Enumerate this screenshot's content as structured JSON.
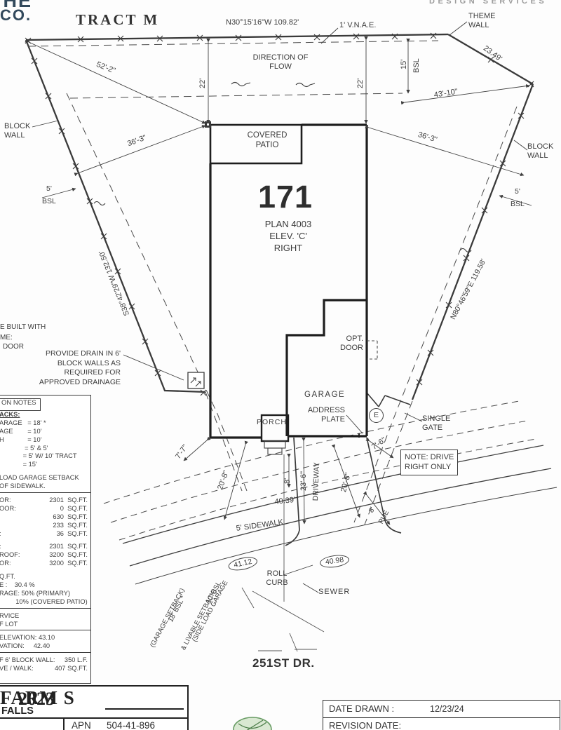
{
  "header": {
    "logo_line1": "THE",
    "logo_line2": "CO.",
    "design_services": "DESIGN SERVICES",
    "tract_label": "TRACT M",
    "bearing_top": "N30°15'16\"W  109.82'",
    "vnae": "1' V.N.A.E.",
    "theme_wall": "THEME\nWALL",
    "direction_of_flow": "DIRECTION OF\nFLOW"
  },
  "lot": {
    "number": "171",
    "plan_block": "PLAN 4003\nELEV. 'C'\nRIGHT",
    "covered_patio": "COVERED\nPATIO",
    "garage": "GARAGE",
    "porch": "PORCH",
    "address_plate": "ADDRESS\nPLATE",
    "opt_door": "OPT.\nDOOR",
    "e_marker": "E",
    "single_gate": "SINGLE\nGATE",
    "note_drive": "NOTE: DRIVE\nRIGHT ONLY",
    "drain_note": "PROVIDE DRAIN IN 6'\nBLOCK WALLS AS\nREQUIRED FOR\nAPPROVED DRAINAGE",
    "block_wall": "BLOCK\nWALL",
    "cut_note_1": "E BUILT WITH",
    "cut_note_2": "ME:",
    "cut_note_3": "DOOR"
  },
  "bearings": {
    "left": "S38°42'29\"W  132.50'",
    "right": "N80°46'59\"E  119.58'"
  },
  "dims": {
    "d52_2": "52'-2\"",
    "d36_3": "36'-3\"",
    "d43_10": "43'-10\"",
    "d23_49": "23.49'",
    "d22": "22'",
    "d15": "15'",
    "d5": "5'",
    "bsl": "BSL",
    "d7_6": "7'-6\"",
    "d7_7": "7'-7\"",
    "d20_8": "20'-8\"",
    "d8": "8'",
    "d23_6": "23'-6\""
  },
  "street": {
    "name": "251ST DR.",
    "sidewalk": "5' SIDEWALK",
    "roll_curb": "ROLL\nCURB",
    "sewer": "SEWER",
    "driveway": "DRIVEWAY",
    "elev_a": "41.12",
    "elev_b": "40.98",
    "elev_c": "40.39'",
    "pue": "PUE",
    "d8": "8'",
    "bsl10": "10' BSL",
    "bsl18": "18' BSL *",
    "garage_setback": "(GARAGE SETBACK)",
    "side_load_1": "(SIDE LOAD GARAGE",
    "side_load_2": "& LIVABLE SETBACK)"
  },
  "notes_box": {
    "rows": [
      {
        "l": "ON NOTES",
        "cls": "hdr"
      },
      {
        "l": "ACKS:",
        "cls": "bu"
      },
      {
        "l": "ARAGE   = 18' *"
      },
      {
        "l": "AGE        = 10'"
      },
      {
        "l": "H             = 10'"
      },
      {
        "l": "              = 5' & 5'"
      },
      {
        "l": "             = 5' W/ 10' TRACT"
      },
      {
        "l": "             = 15'"
      },
      {
        "cls": "sp"
      },
      {
        "l": "LOAD GARAGE SETBACK"
      },
      {
        "l": "OF SIDEWALK."
      },
      {
        "cls": "hr"
      },
      {
        "l": "OR:",
        "r": "2301  SQ.FT."
      },
      {
        "l": "OOR:",
        "r": "0  SQ.FT."
      },
      {
        "l": "",
        "r": "630  SQ.FT."
      },
      {
        "l": "",
        "r": "233  SQ.FT."
      },
      {
        "l": ":",
        "r": "36  SQ.FT."
      },
      {
        "cls": "sp"
      },
      {
        "l": ":",
        "r": "2301  SQ.FT."
      },
      {
        "l": "ROOF:",
        "r": "3200  SQ.FT."
      },
      {
        "l": "OR:",
        "r": "3200  SQ.FT."
      },
      {
        "cls": "sp"
      },
      {
        "l": "Q.FT."
      },
      {
        "l": "E :    30.4 %"
      },
      {
        "l": "RAGE: 50% (PRIMARY)"
      },
      {
        "l": "         10% (COVERED PATIO)"
      },
      {
        "cls": "hr"
      },
      {
        "l": "RVICE"
      },
      {
        "l": "F LOT"
      },
      {
        "cls": "hr"
      },
      {
        "l": "ELEVATION: 43.10"
      },
      {
        "l": "VATION:     42.40"
      },
      {
        "cls": "hr"
      },
      {
        "l": "F 6' BLOCK WALL:",
        "r": "350 L.F."
      },
      {
        "l": "VE / WALK:",
        "r": "407 SQ.FT."
      }
    ]
  },
  "title_left": {
    "overlap_back": "FARM S",
    "overlap_front": "2023",
    "line2": "FALLS",
    "apn_label": "APN",
    "apn_value": "504-41-896"
  },
  "title_right": {
    "date_drawn_label": "DATE DRAWN :",
    "date_drawn_value": "12/23/24",
    "revision_label": "REVISION DATE:"
  }
}
